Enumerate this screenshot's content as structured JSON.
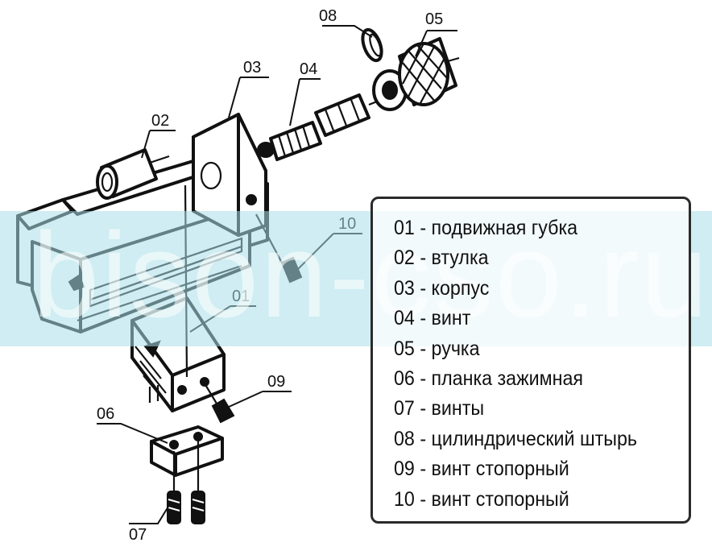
{
  "watermark": "bison-cso.ru",
  "callouts": [
    {
      "number": "08"
    },
    {
      "number": "05"
    },
    {
      "number": "03"
    },
    {
      "number": "04"
    },
    {
      "number": "02"
    },
    {
      "number": "10"
    },
    {
      "number": "01"
    },
    {
      "number": "09"
    },
    {
      "number": "06"
    },
    {
      "number": "07"
    }
  ],
  "legend": [
    "01 - подвижная губка",
    "02 - втулка",
    "03 - корпус",
    "04 - винт",
    "05 - ручка",
    "06 - планка зажимная",
    "07 - винты",
    "08 - цилиндрический штырь",
    "09 -  винт стопорный",
    "10 - винт стопорный"
  ],
  "colors": {
    "watermark_band": "#a8dee8",
    "line": "#111111",
    "legend_border": "#2a2a2a"
  }
}
